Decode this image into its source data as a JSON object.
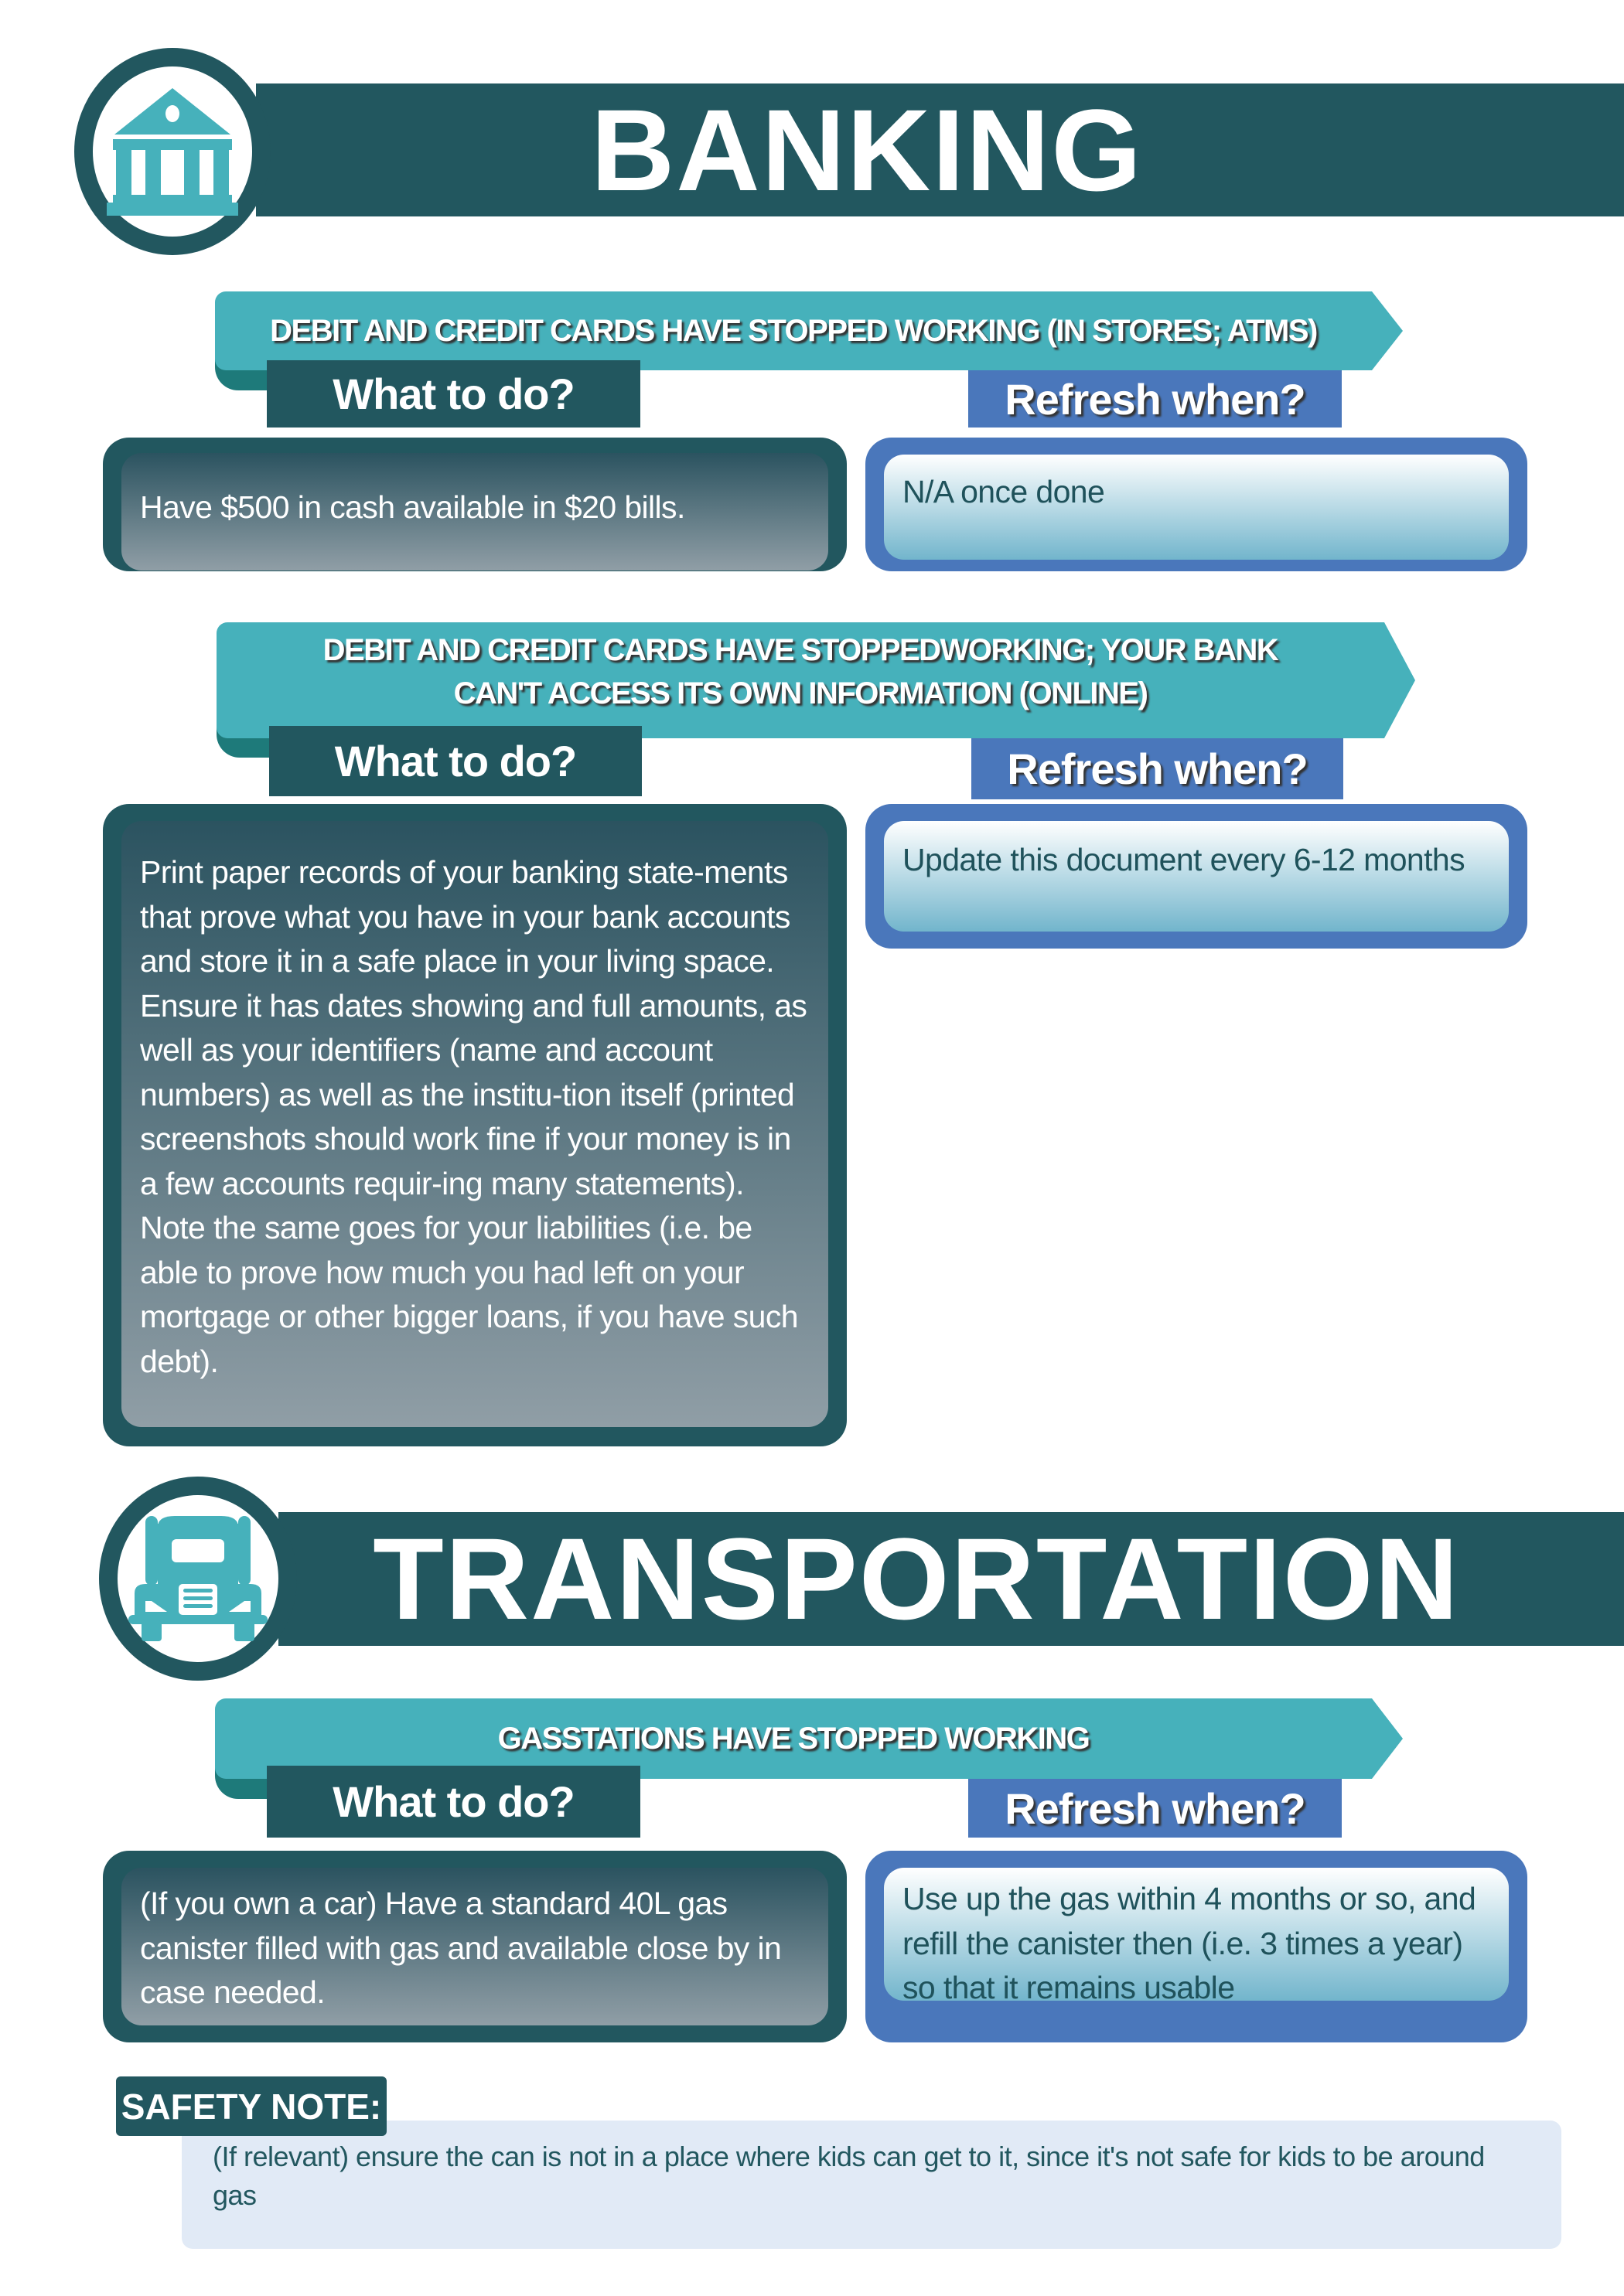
{
  "colors": {
    "dark_teal": "#22575f",
    "teal": "#46b1bb",
    "blue": "#4a77bb",
    "note_bg": "#e1eaf6"
  },
  "sections": [
    {
      "title": "BANKING",
      "icon": "bank-icon",
      "scenarios": [
        {
          "heading": "DEBIT AND CREDIT CARDS HAVE STOPPED WORKING (IN STORES; ATMS)",
          "what_label": "What to do?",
          "refresh_label": "Refresh when?",
          "what_text": "Have $500 in cash available in $20 bills.",
          "refresh_text": "N/A once done"
        },
        {
          "heading": "DEBIT AND CREDIT CARDS HAVE STOPPEDWORKING; YOUR BANK CAN'T ACCESS ITS OWN INFORMATION (ONLINE)",
          "what_label": "What to do?",
          "refresh_label": "Refresh when?",
          "what_text": "Print paper records of your banking state-ments that prove what you have in your bank accounts and store it in a safe place in your living space. Ensure it has dates showing and full amounts, as well as your identifiers (name and account numbers) as well as the institu-tion itself (printed screenshots should work fine if your money is in a few accounts requir-ing many statements). Note the same goes for your liabilities (i.e. be able to prove how much you had left on your mortgage or other bigger loans, if you have such debt).",
          "refresh_text": "Update this document every 6-12 months"
        }
      ]
    },
    {
      "title": "TRANSPORTATION",
      "icon": "truck-icon",
      "scenarios": [
        {
          "heading": "GASSTATIONS HAVE STOPPED WORKING",
          "what_label": "What to do?",
          "refresh_label": "Refresh when?",
          "what_text": "(If you own a car) Have a standard 40L gas canister filled with gas and available close by in case needed.",
          "refresh_text": "Use up the gas within 4 months or so, and refill the canister then (i.e. 3 times a year) so that it remains usable"
        }
      ],
      "safety_note": {
        "label": "SAFETY NOTE:",
        "text": "(If relevant) ensure the can is not in a place where kids can get to it, since it's not safe for kids to be around gas"
      }
    }
  ]
}
